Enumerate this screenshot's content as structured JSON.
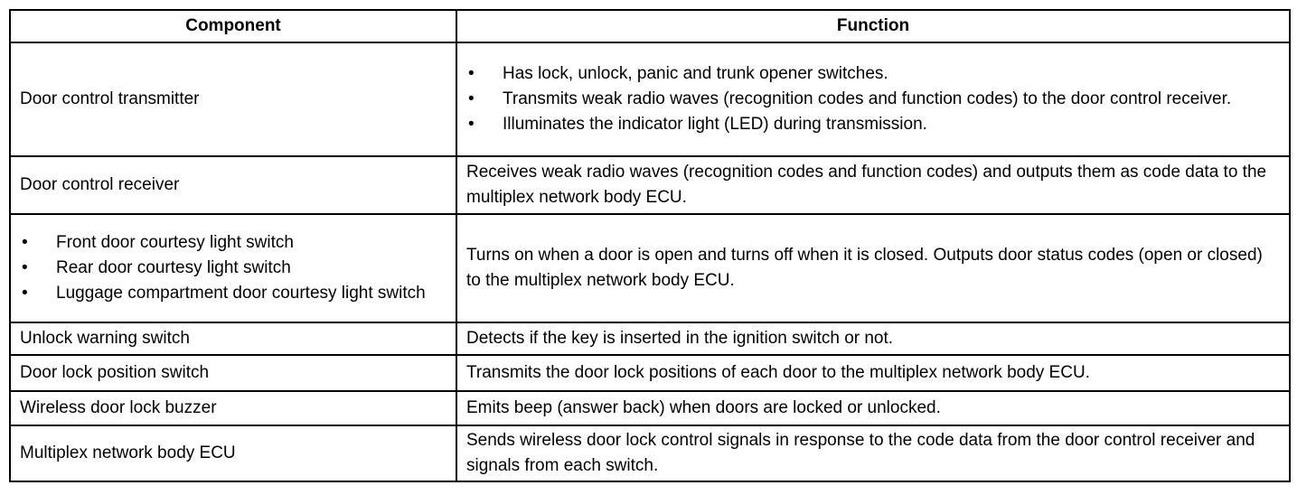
{
  "table": {
    "headers": {
      "component": "Component",
      "function": "Function"
    },
    "rows": [
      {
        "component": [
          "Door control transmitter"
        ],
        "component_is_list": false,
        "function": [
          "Has lock, unlock, panic and trunk opener switches.",
          "Transmits weak radio waves (recognition codes and function codes) to the door control receiver.",
          "Illuminates the indicator light (LED) during transmission."
        ],
        "function_is_list": true
      },
      {
        "component": [
          "Door control receiver"
        ],
        "component_is_list": false,
        "function": [
          "Receives weak radio waves (recognition codes and function codes) and outputs them as code data to the multiplex network body ECU."
        ],
        "function_is_list": false
      },
      {
        "component": [
          "Front door courtesy light switch",
          "Rear door courtesy light switch",
          "Luggage compartment door courtesy light switch"
        ],
        "component_is_list": true,
        "function": [
          "Turns on when a door is open and turns off when it is closed. Outputs door status codes (open or closed) to the multiplex network body ECU."
        ],
        "function_is_list": false
      },
      {
        "component": [
          "Unlock warning switch"
        ],
        "component_is_list": false,
        "function": [
          "Detects if the key is inserted in the ignition switch or not."
        ],
        "function_is_list": false
      },
      {
        "component": [
          "Door lock position switch"
        ],
        "component_is_list": false,
        "function": [
          "Transmits the door lock positions of each door to the multiplex network body ECU."
        ],
        "function_is_list": false
      },
      {
        "component": [
          "Wireless door lock buzzer"
        ],
        "component_is_list": false,
        "function": [
          "Emits beep (answer back) when doors are locked or unlocked."
        ],
        "function_is_list": false
      },
      {
        "component": [
          "Multiplex network body ECU"
        ],
        "component_is_list": false,
        "function": [
          "Sends wireless door lock control signals in response to the code data from the door control receiver and signals from each switch."
        ],
        "function_is_list": false
      }
    ]
  },
  "bullet_glyph": "•"
}
